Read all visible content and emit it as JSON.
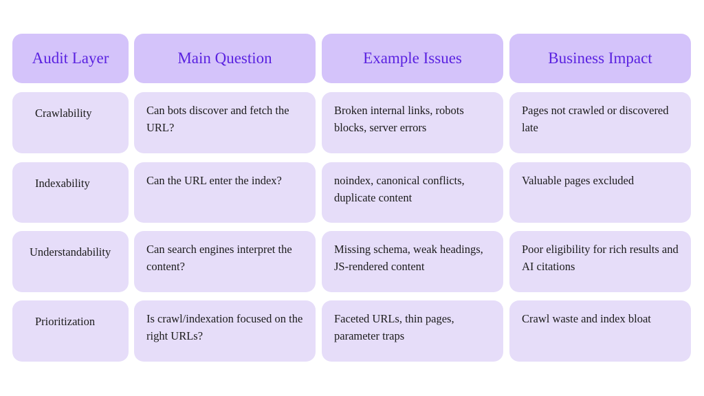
{
  "headers": [
    "Audit Layer",
    "Main Question",
    "Example Issues",
    "Business Impact"
  ],
  "rows": [
    {
      "layer": "Crawlability",
      "question": "Can bots discover and fetch the URL?",
      "issues": "Broken internal links, robots blocks, server errors",
      "impact": "Pages not crawled or discovered late"
    },
    {
      "layer": "Indexability",
      "question": "Can the URL enter the index?",
      "issues": "noindex, canonical conflicts, duplicate content",
      "impact": "Valuable pages excluded"
    },
    {
      "layer": "Understandability",
      "question": "Can search engines interpret the content?",
      "issues": "Missing schema, weak headings, JS-rendered content",
      "impact": "Poor eligibility for rich results and AI citations"
    },
    {
      "layer": "Prioritization",
      "question": "Is crawl/indexation focused on the right URLs?",
      "issues": "Faceted URLs, thin pages, parameter traps",
      "impact": "Crawl waste and index bloat"
    }
  ],
  "colors": {
    "header_bg": "#d4c3fa",
    "header_text": "#5a22e0",
    "cell_bg": "#e6ddf9",
    "cell_text": "#1b1b1b"
  }
}
